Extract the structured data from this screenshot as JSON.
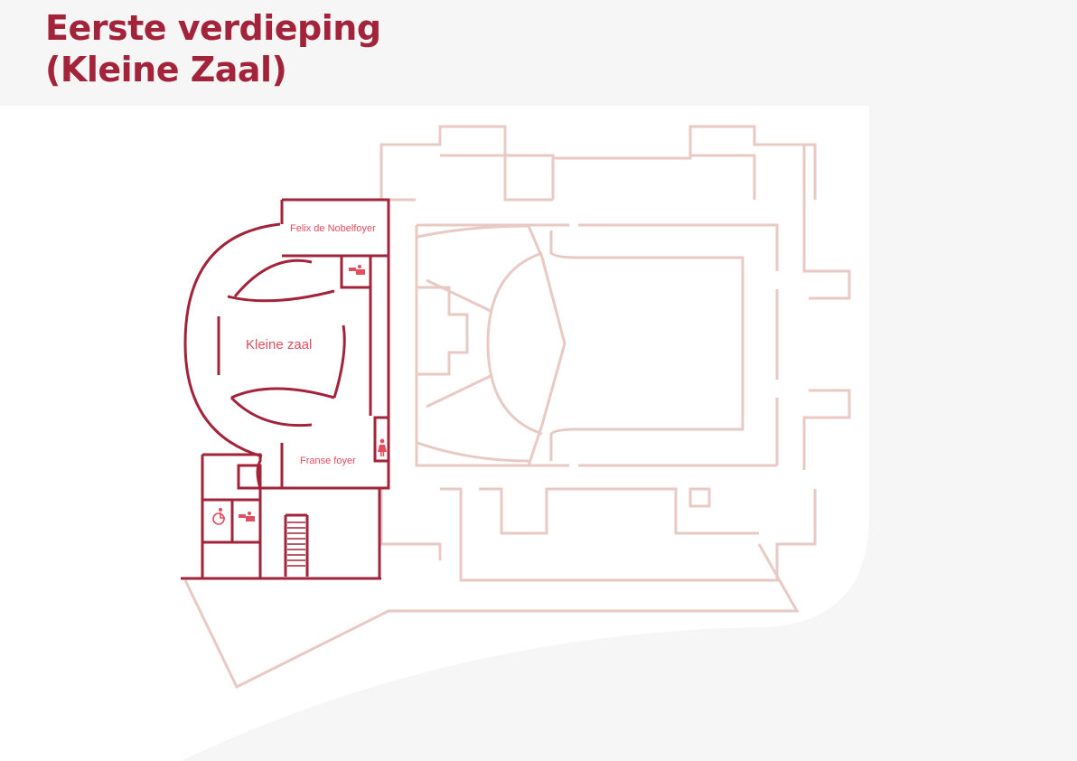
{
  "page": {
    "title_line1": "Eerste verdieping",
    "title_line2": "(Kleine Zaal)"
  },
  "colors": {
    "accent": "#a3233a",
    "label": "#e24d5f",
    "faded": "#e8c9c3",
    "background": "#f6f6f6",
    "panel": "#ffffff"
  },
  "rooms": {
    "felix": "Felix de Nobelfoyer",
    "kleine_zaal": "Kleine zaal",
    "franse_foyer": "Franse foyer"
  },
  "icons": {
    "toilet_men": "toilet-men-icon",
    "toilet_women": "toilet-women-icon",
    "accessible_toilet": "accessible-toilet-icon",
    "toilet_men_2": "toilet-men-icon"
  }
}
